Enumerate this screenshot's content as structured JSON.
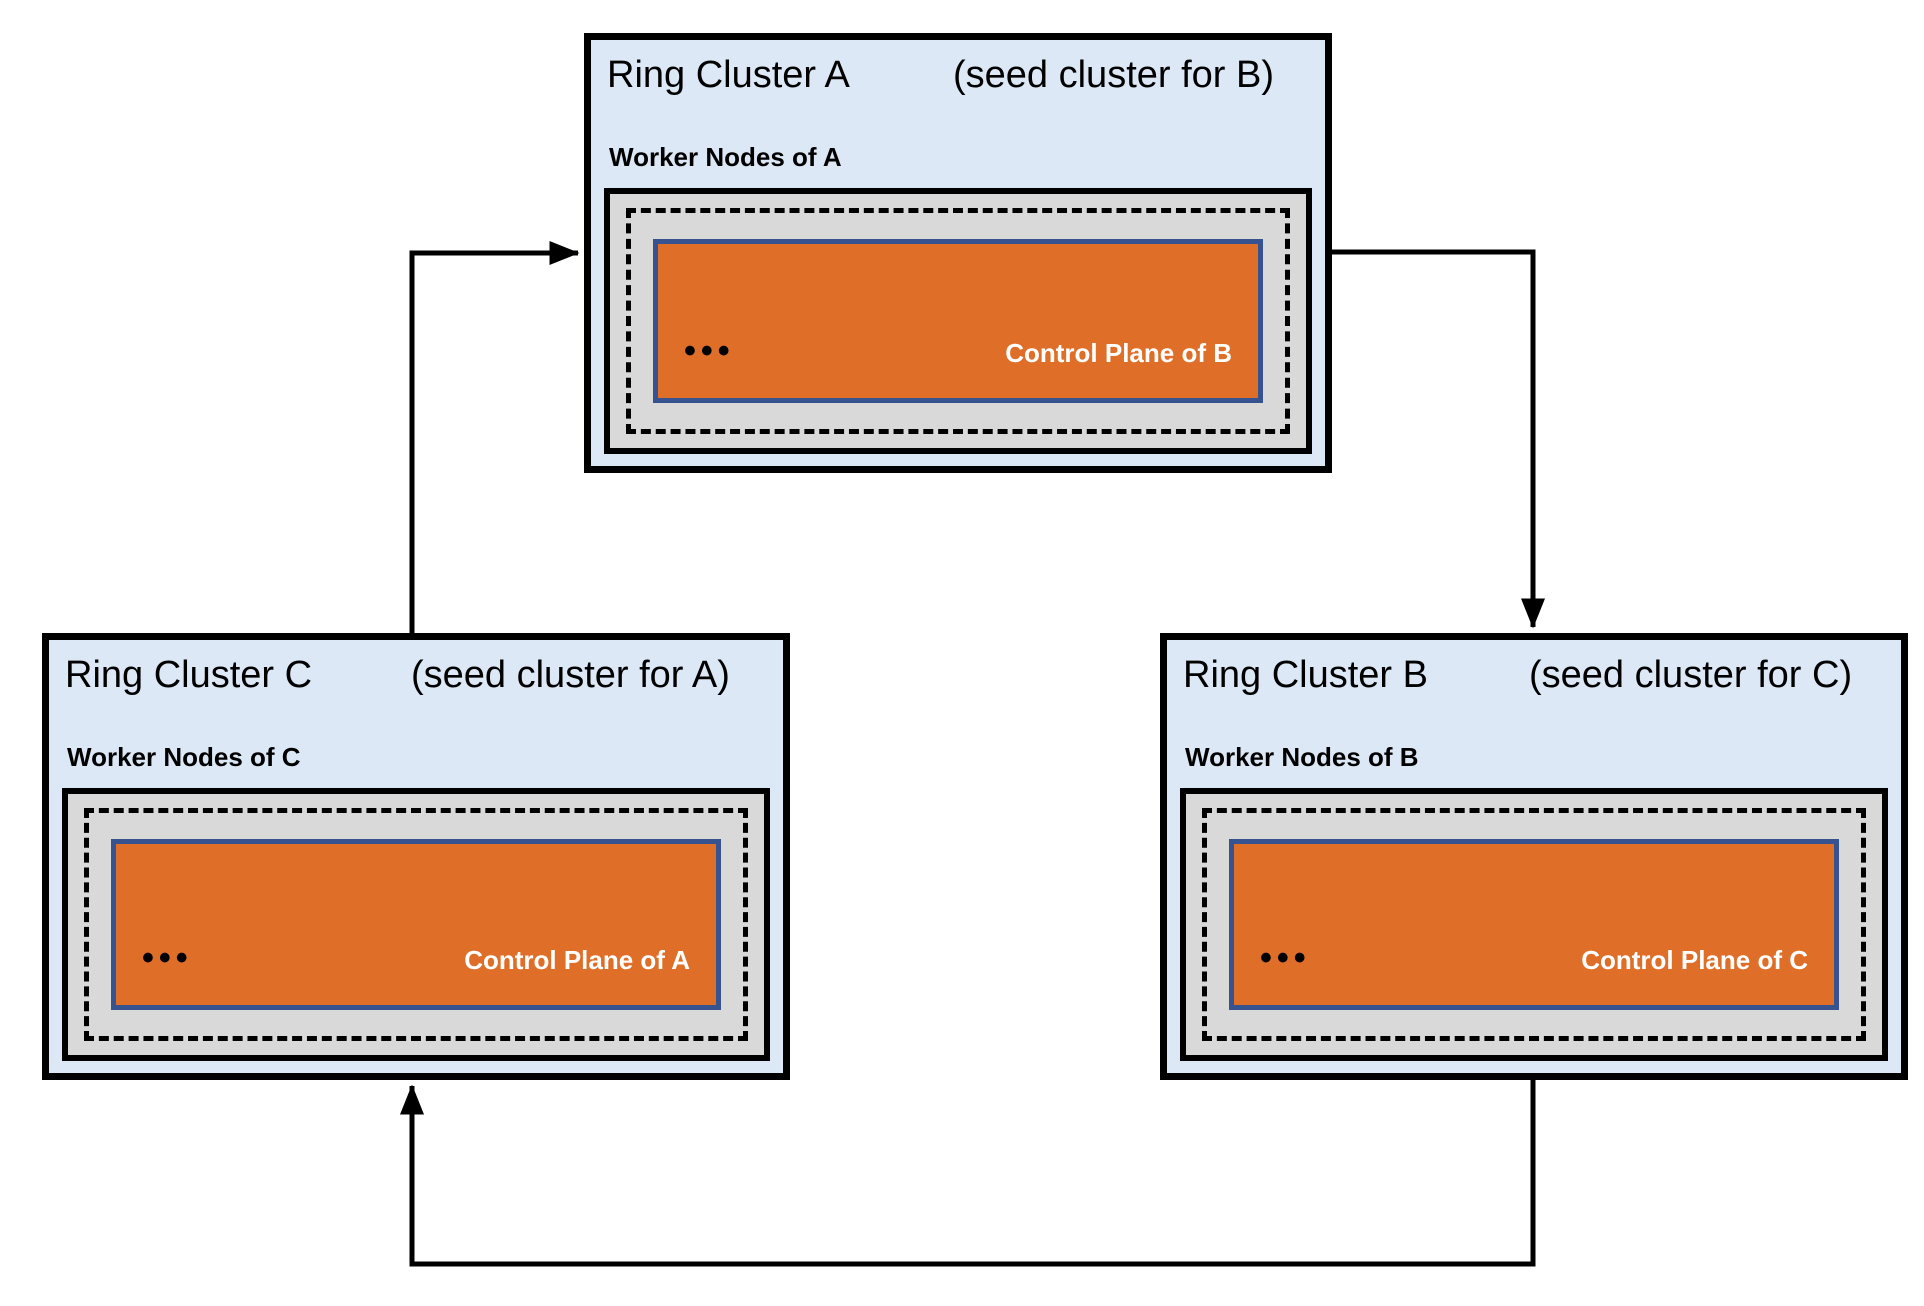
{
  "diagram": {
    "type": "ring-of-cluster-topology",
    "clusters": [
      {
        "id": "A",
        "title": "Ring Cluster A",
        "seed_label": "(seed cluster for B)",
        "worker_label": "Worker Nodes of A",
        "control_plane_label": "Control Plane of B",
        "dots": "•••"
      },
      {
        "id": "B",
        "title": "Ring Cluster B",
        "seed_label": "(seed cluster for C)",
        "worker_label": "Worker Nodes of B",
        "control_plane_label": "Control Plane of C",
        "dots": "•••"
      },
      {
        "id": "C",
        "title": "Ring Cluster C",
        "seed_label": "(seed cluster for A)",
        "worker_label": "Worker Nodes of C",
        "control_plane_label": "Control Plane of A",
        "dots": "•••"
      }
    ],
    "arrows": [
      {
        "from": "C",
        "to": "A"
      },
      {
        "from": "A",
        "to": "B"
      },
      {
        "from": "B",
        "to": "C"
      }
    ],
    "colors": {
      "cluster_fill": "#DCE8F5",
      "worker_box_fill": "#D9D9D9",
      "control_plane_fill": "#DF6E28",
      "control_plane_border": "#36538F",
      "control_plane_text": "#FFFFFF",
      "outline_and_arrows": "#000000"
    }
  }
}
